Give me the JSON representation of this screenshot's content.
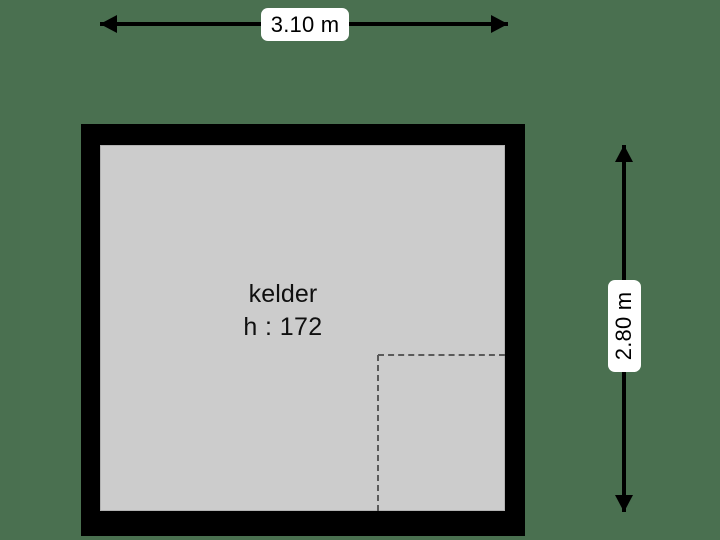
{
  "plan": {
    "background_color": "#4a7050",
    "wall_color": "#000000",
    "floor_color": "#cccccc",
    "dash_color": "#5a5a5a",
    "chip_color": "#ffffff"
  },
  "room": {
    "name": "kelder",
    "height_label": "h : 172"
  },
  "dimensions": {
    "width_label": "3.10 m",
    "height_label": "2.80 m"
  },
  "annotations": {
    "partition_name": "dashed-partition"
  }
}
